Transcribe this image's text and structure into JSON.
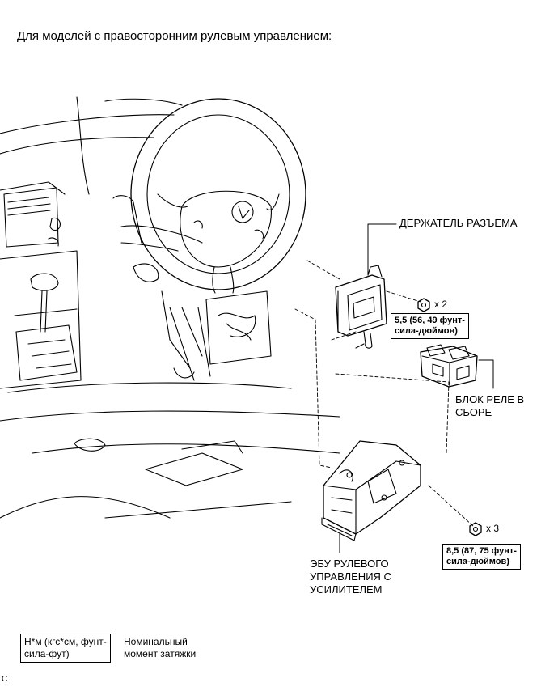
{
  "heading": "Для моделей с правосторонним рулевым управлением:",
  "labels": {
    "connector_holder": "ДЕРЖАТЕЛЬ РАЗЪЕМА",
    "relay_block_line1": "БЛОК РЕЛЕ В",
    "relay_block_line2": "СБОРЕ",
    "ecu_line1": "ЭБУ РУЛЕВОГО",
    "ecu_line2": "УПРАВЛЕНИЯ С",
    "ecu_line3": "УСИЛИТЕЛЕМ"
  },
  "fasteners": [
    {
      "qty": "x 2",
      "torque_line1": "5,5 (56, 49 фунт-",
      "torque_line2": "сила-дюймов)"
    },
    {
      "qty": "x 3",
      "torque_line1": "8,5 (87, 75 фунт-",
      "torque_line2": "сила-дюймов)"
    }
  ],
  "legend": {
    "box_line1": "Н*м (кгс*см, фунт-",
    "box_line2": "сила-фут)",
    "text_line1": "Номинальный",
    "text_line2": "момент затяжки"
  },
  "corner_code": "C"
}
